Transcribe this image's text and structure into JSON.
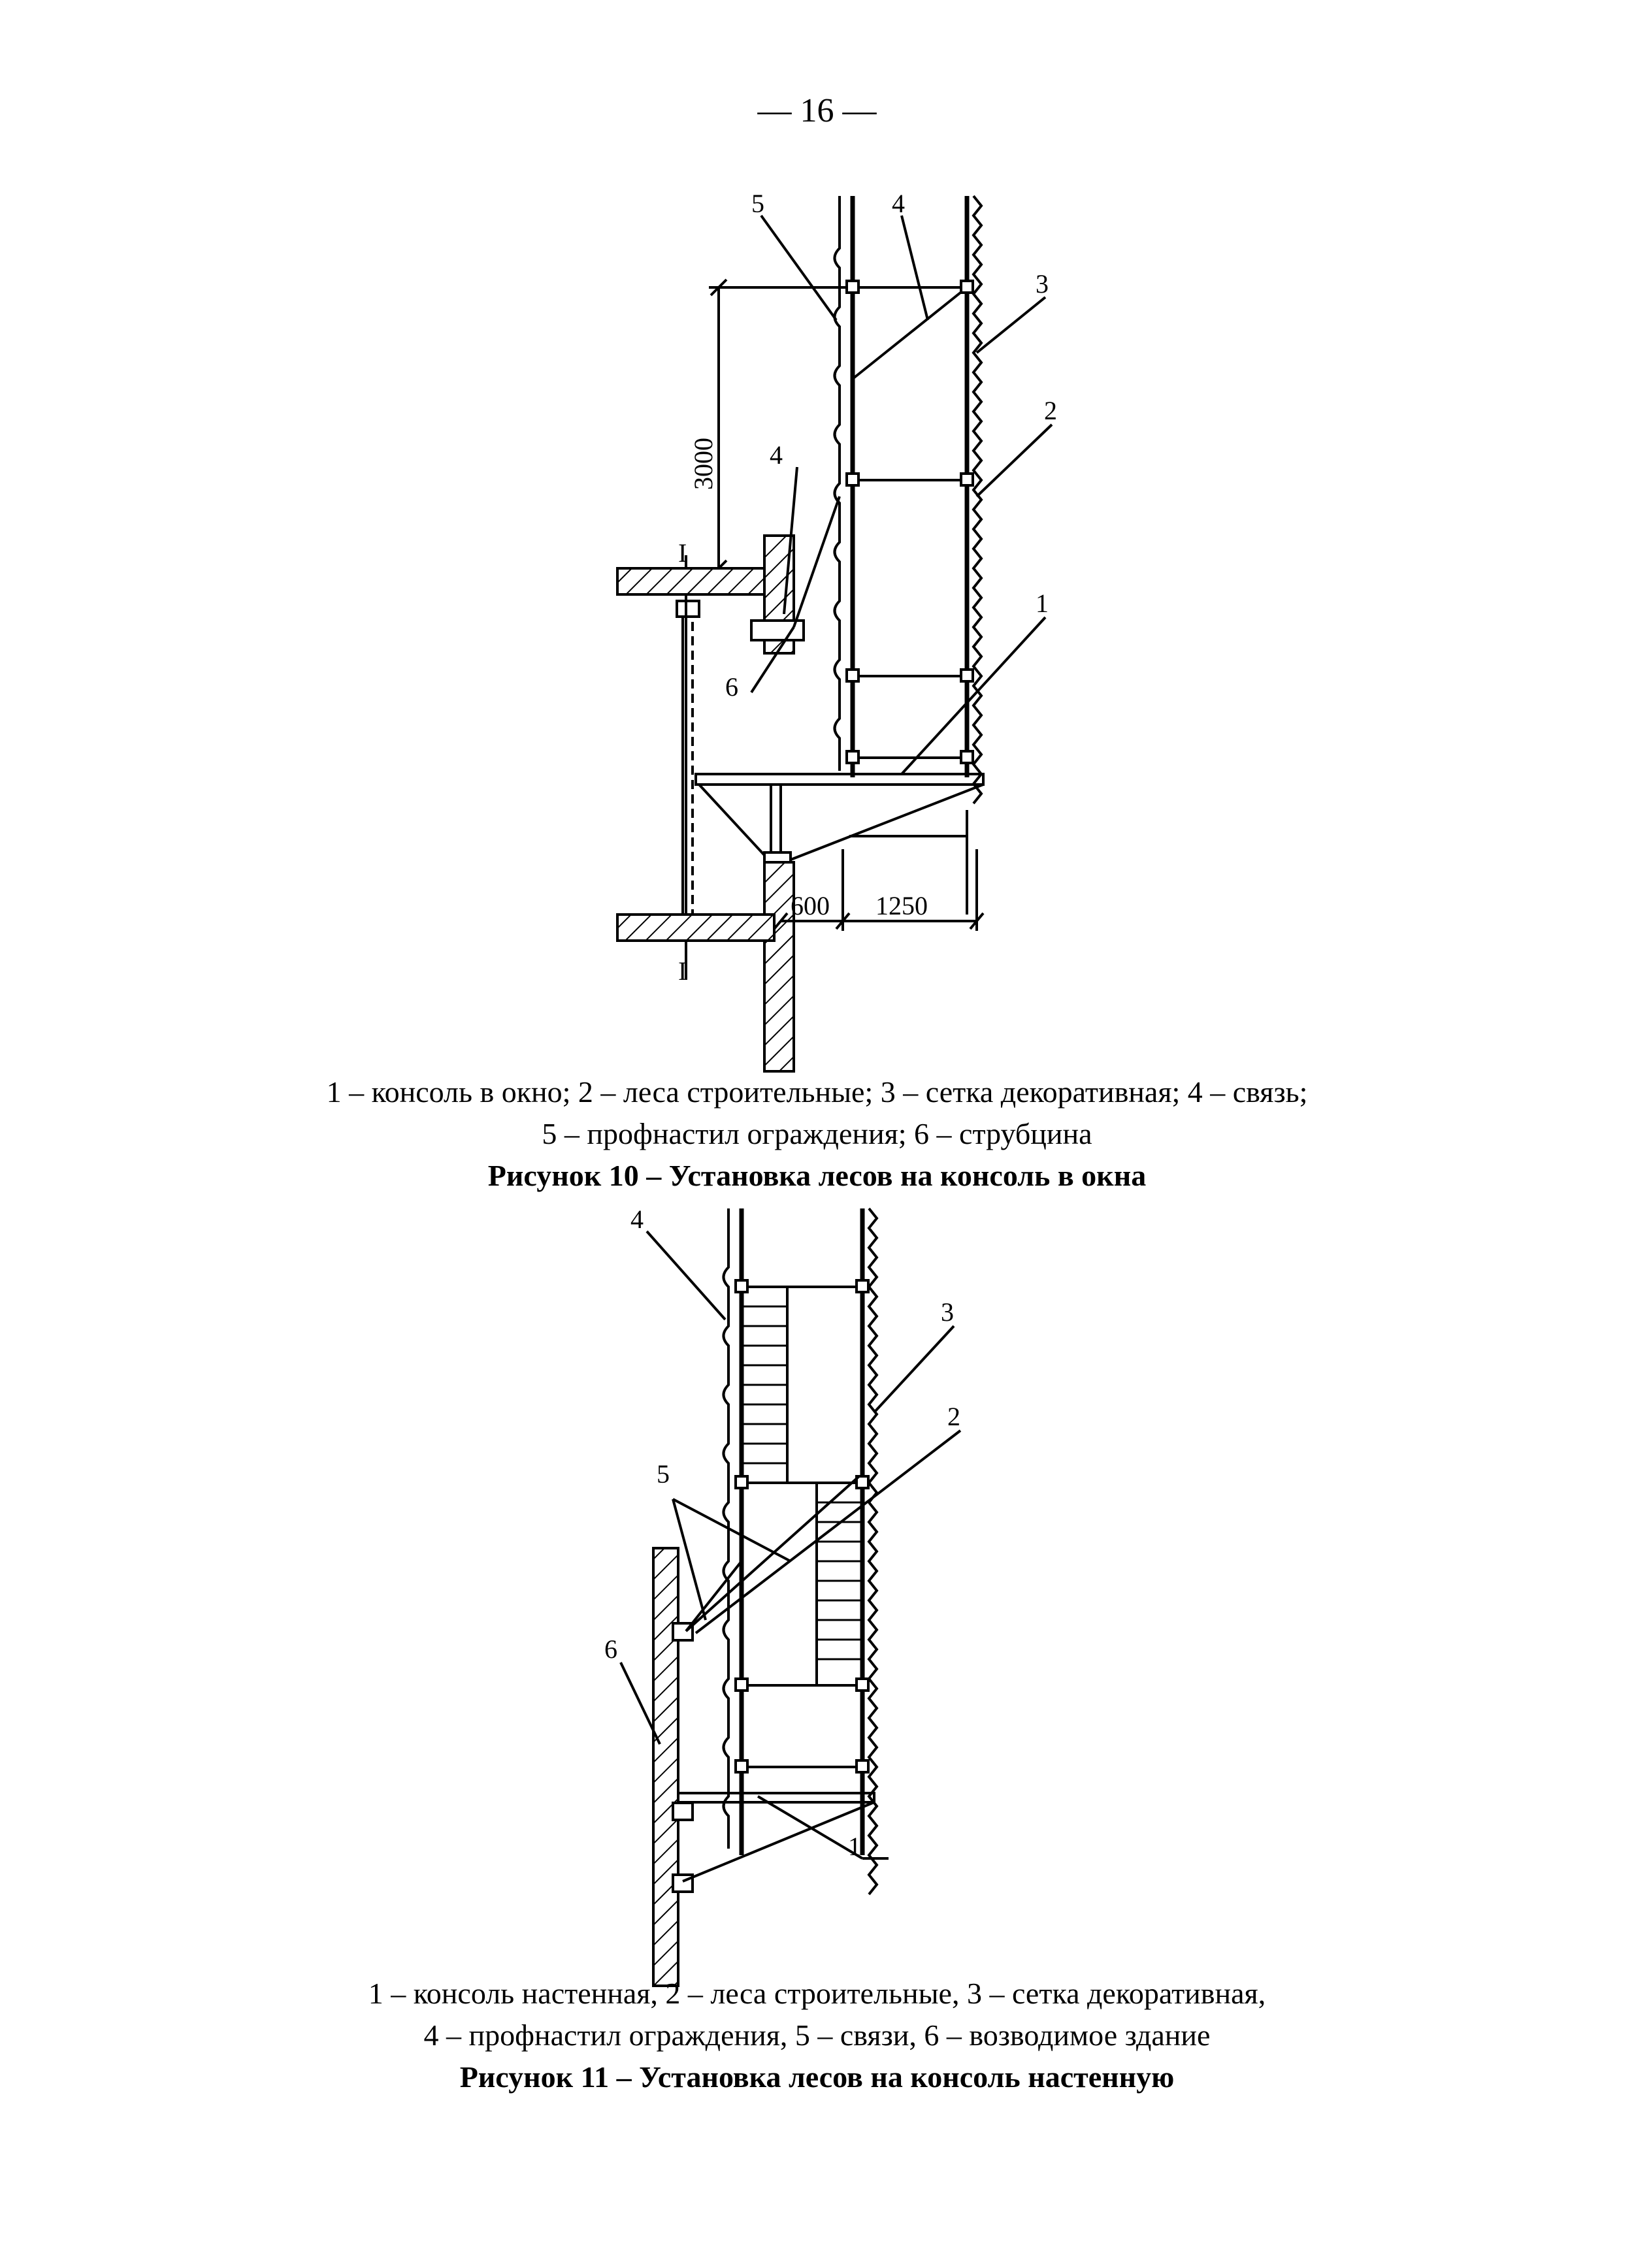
{
  "page": {
    "number": "— 16 —"
  },
  "figure10": {
    "legend_line1": "1 – консоль в окно; 2 – леса строительные; 3 – сетка декоративная; 4 – связь;",
    "legend_line2": "5 – профнастил ограждения; 6 – струбцина",
    "title": "Рисунок 10 – Установка лесов на консоль в окна",
    "labels": {
      "l1": "1",
      "l2": "2",
      "l3": "3",
      "l4a": "4",
      "l4b": "4",
      "l5": "5",
      "l6": "6",
      "sec_top": "I",
      "sec_bottom": "I"
    },
    "dims": {
      "height": "3000",
      "d600": "600",
      "d1250": "1250"
    }
  },
  "figure11": {
    "legend_line1": "1 – консоль настенная, 2 – леса строительные, 3 – сетка декоративная,",
    "legend_line2": "4 – профнастил ограждения, 5 – связи, 6 – возводимое здание",
    "title": "Рисунок 11 – Установка лесов на консоль настенную",
    "labels": {
      "l1": "1",
      "l2": "2",
      "l3": "3",
      "l4": "4",
      "l5": "5",
      "l6": "6"
    }
  }
}
